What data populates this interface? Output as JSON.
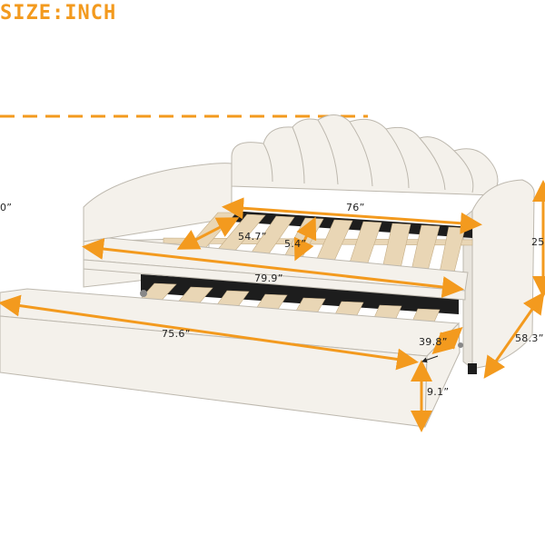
{
  "title": "SIZE:INCH",
  "dimensions": {
    "left_cut": "0”",
    "back_length": "76”",
    "inner_length": "54.7”",
    "inner_height": "5.4”",
    "overall_length": "79.9”",
    "trundle_length": "75.6”",
    "trundle_width": "39.8”",
    "trundle_height": "9.1”",
    "depth": "58.3”",
    "height": "25"
  },
  "colors": {
    "accent": "#f39a1e",
    "upholstery": "#f4f1eb",
    "slat": "#e9d6b5",
    "frame_dark": "#1d1d1d"
  }
}
